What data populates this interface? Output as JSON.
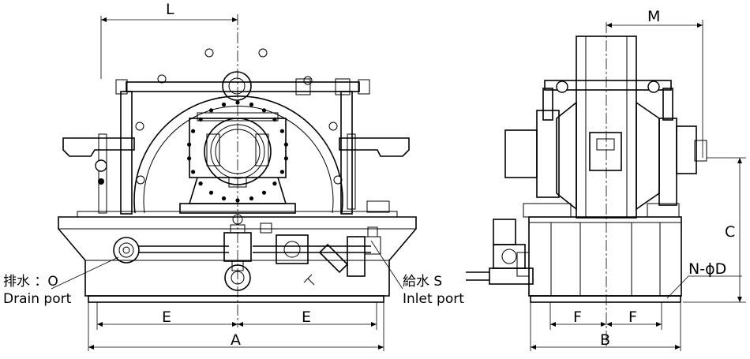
{
  "dimensions": {
    "L": "L",
    "M": "M",
    "C": "C",
    "N_phi_D": "N-ϕD",
    "E_left": "E",
    "E_right": "E",
    "A": "A",
    "F_left": "F",
    "F_right": "F",
    "B": "B"
  },
  "ports": {
    "drain_jp": "排水 ：O",
    "drain_en": "Drain port",
    "inlet_jp": "給水 S",
    "inlet_en": "Inlet port"
  }
}
